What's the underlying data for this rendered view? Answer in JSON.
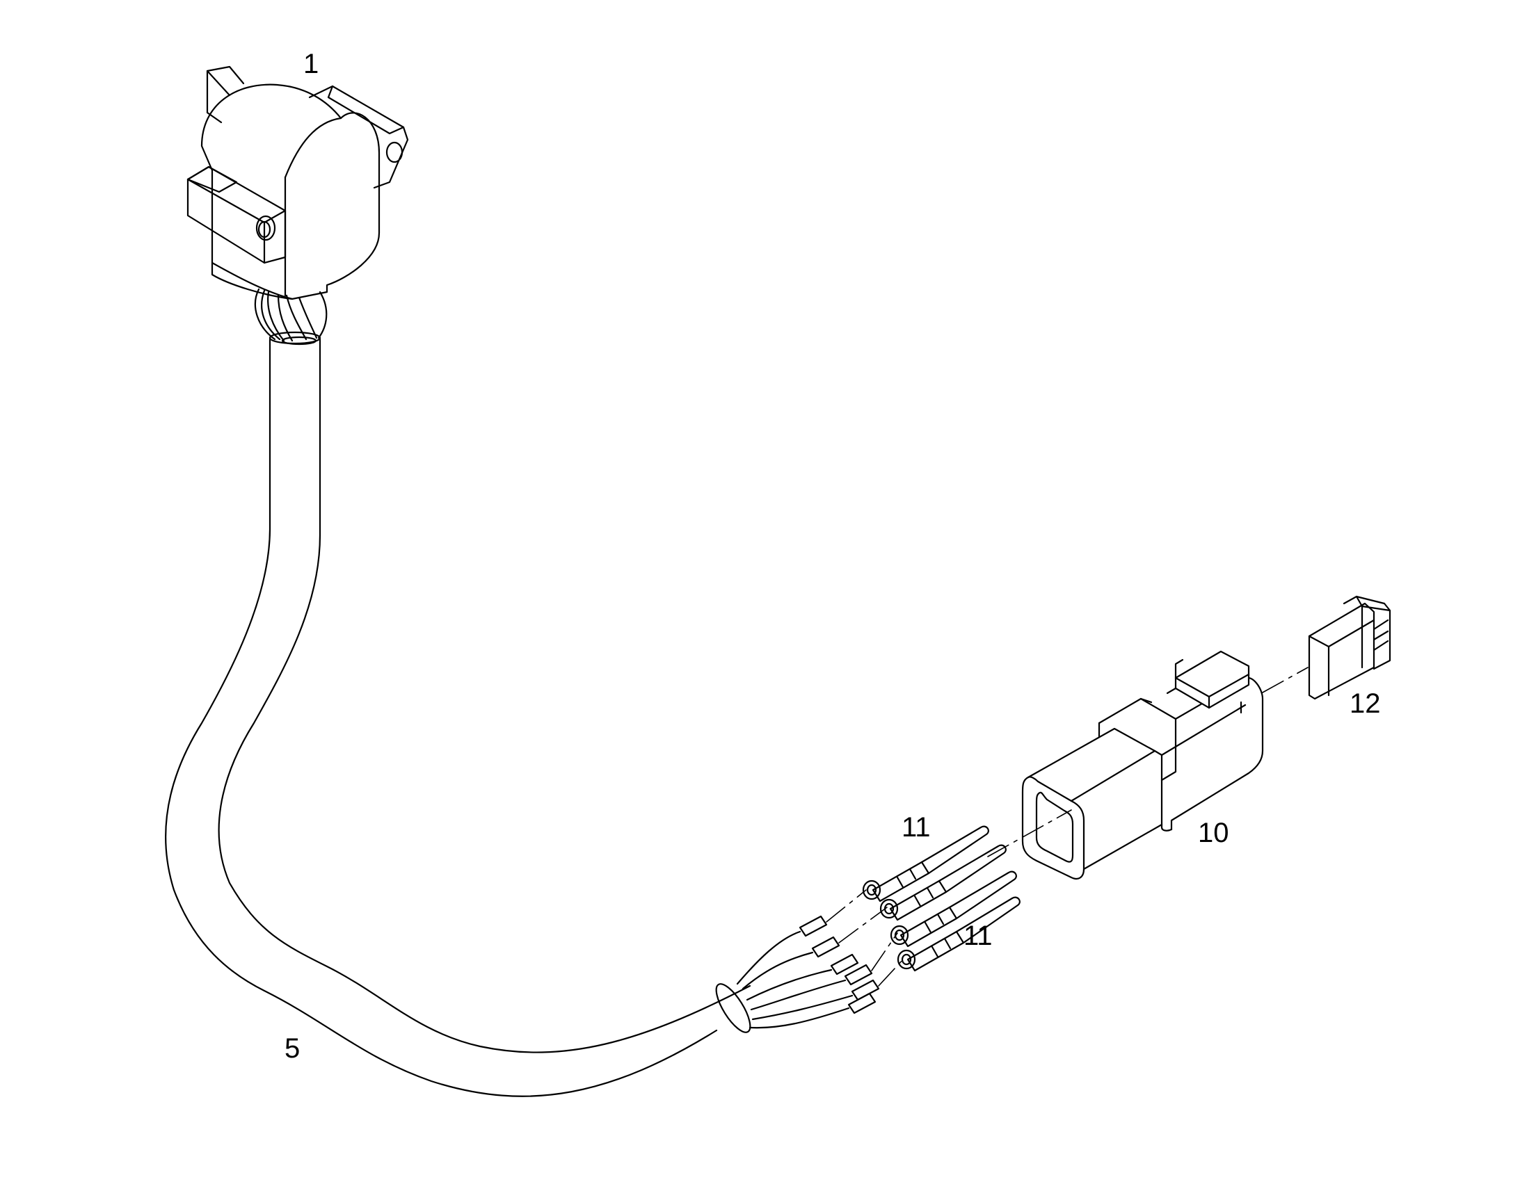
{
  "callouts": {
    "sensor": "1",
    "cable": "5",
    "connector_housing": "10",
    "contacts_upper": "11",
    "contacts_lower": "11",
    "wedge_lock": "12"
  },
  "colors": {
    "line": "#000000",
    "background": "#ffffff"
  }
}
